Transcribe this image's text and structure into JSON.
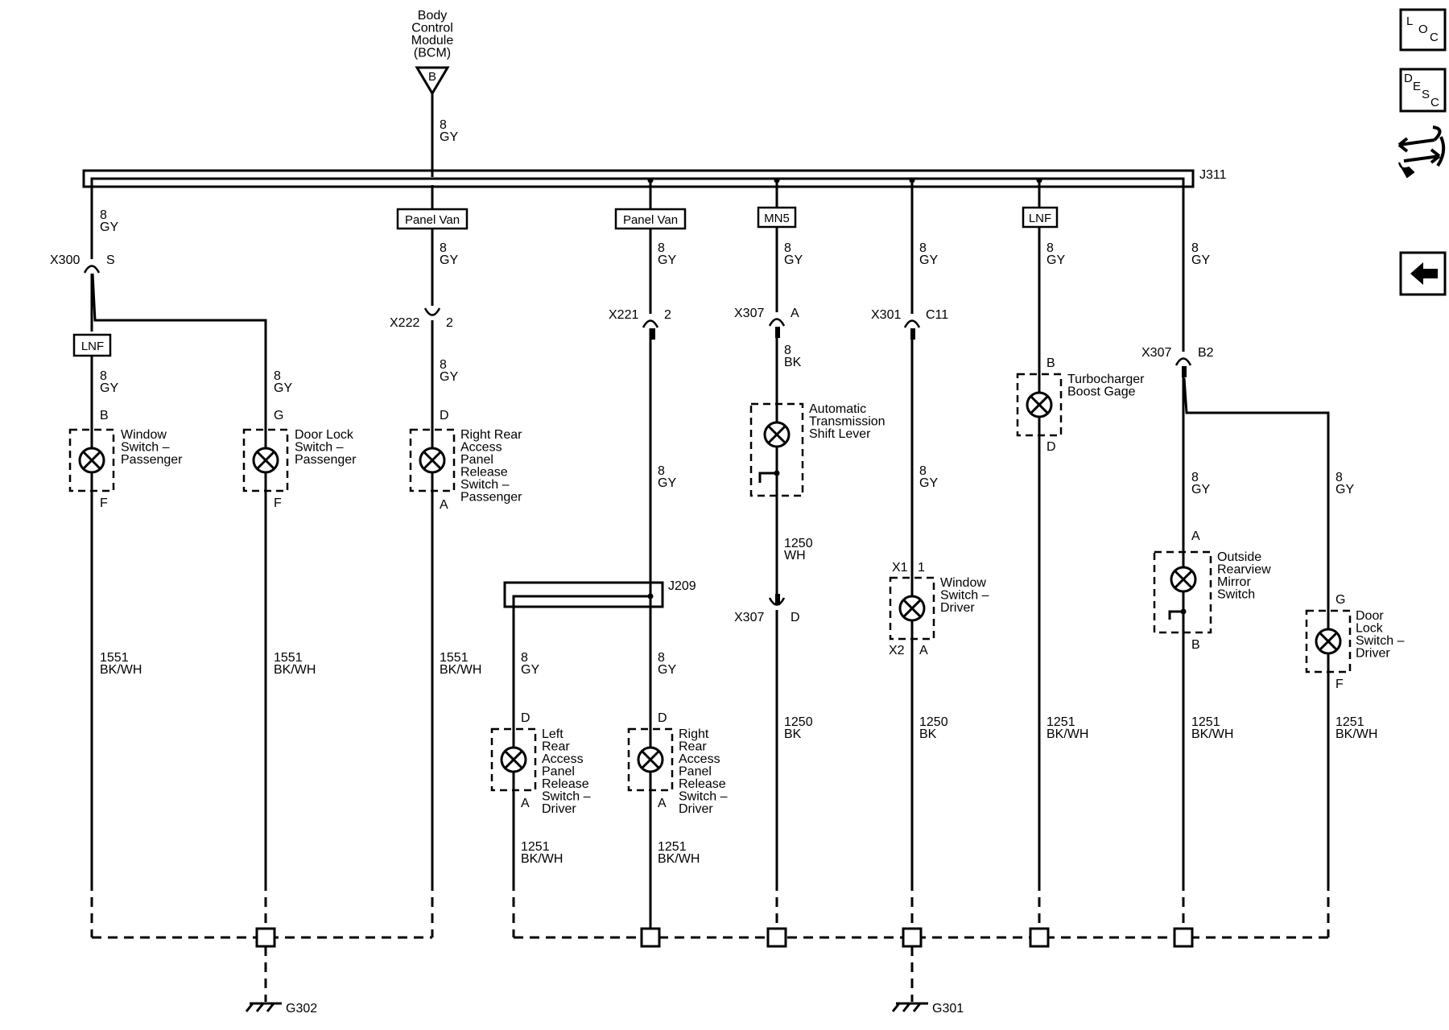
{
  "source": {
    "lines": [
      "Body",
      "Control",
      "Module",
      "(BCM)"
    ],
    "pin": "B"
  },
  "source_wire": [
    "8",
    "GY"
  ],
  "splice_top": "J311",
  "splice_mid": "J209",
  "grounds": [
    "G302",
    "G301"
  ],
  "nav": {
    "location_label": [
      "L",
      "O",
      "C"
    ],
    "description_label": [
      "D",
      "E",
      "S",
      "C"
    ],
    "connector_icon": "connector-icon",
    "back_icon": "back-arrow-icon"
  },
  "texts": {
    "w_s1": [
      "8",
      "GY"
    ],
    "x300": "X300",
    "x300_pin": "S",
    "opt_lnf1": "LNF",
    "w_c1a": [
      "8",
      "GY"
    ],
    "c1_pin_top": "B",
    "c1_name": [
      "Window",
      "Switch –",
      "Passenger"
    ],
    "c1_pin_bot": "F",
    "w_c1g": [
      "1551",
      "BK/WH"
    ],
    "w_c2a": [
      "8",
      "GY"
    ],
    "c2_pin_top": "G",
    "c2_name": [
      "Door Lock",
      "Switch –",
      "Passenger"
    ],
    "c2_pin_bot": "F",
    "w_c2g": [
      "1551",
      "BK/WH"
    ],
    "opt_pv1": "Panel Van",
    "w_c3a": [
      "8",
      "GY"
    ],
    "x222": "X222",
    "x222_pin": "2",
    "w_c3b": [
      "8",
      "GY"
    ],
    "c3_pin_top": "D",
    "c3_name": [
      "Right Rear",
      "Access",
      "Panel",
      "Release",
      "Switch –",
      "Passenger"
    ],
    "c3_pin_bot": "A",
    "w_c3g": [
      "1551",
      "BK/WH"
    ],
    "opt_pv2": "Panel Van",
    "w_c5a": [
      "8",
      "GY"
    ],
    "x221": "X221",
    "x221_pin": "2",
    "w_c5b": [
      "8",
      "GY"
    ],
    "w_c4a": [
      "8",
      "GY"
    ],
    "w_c5c": [
      "8",
      "GY"
    ],
    "c4_pin_top": "D",
    "c4_name": [
      "Left",
      "Rear",
      "Access",
      "Panel",
      "Release",
      "Switch –",
      "Driver"
    ],
    "c4_pin_bot": "A",
    "w_c4g": [
      "1251",
      "BK/WH"
    ],
    "c5_pin_top": "D",
    "c5_name": [
      "Right",
      "Rear",
      "Access",
      "Panel",
      "Release",
      "Switch –",
      "Driver"
    ],
    "c5_pin_bot": "A",
    "w_c5g": [
      "1251",
      "BK/WH"
    ],
    "opt_mn5": "MN5",
    "w_c6a": [
      "8",
      "GY"
    ],
    "x307a": "X307",
    "x307a_pin": "A",
    "w_c6b": [
      "8",
      "BK"
    ],
    "c6_name": [
      "Automatic",
      "Transmission",
      "Shift Lever"
    ],
    "w_c6c": [
      "1250",
      "WH"
    ],
    "x307d": "X307",
    "x307d_pin": "D",
    "w_c6g": [
      "1250",
      "BK"
    ],
    "w_c7a": [
      "8",
      "GY"
    ],
    "x301": "X301",
    "x301_pin": "C11",
    "w_c7b": [
      "8",
      "GY"
    ],
    "c7_pin_top_conn": "X1",
    "c7_pin_top": "1",
    "c7_name": [
      "Window",
      "Switch –",
      "Driver"
    ],
    "c7_pin_bot_conn": "X2",
    "c7_pin_bot": "A",
    "w_c7g": [
      "1250",
      "BK"
    ],
    "opt_lnf2": "LNF",
    "w_c8a": [
      "8",
      "GY"
    ],
    "c8_pin_top": "B",
    "c8_name": [
      "Turbocharger",
      "Boost Gage"
    ],
    "c8_pin_bot": "D",
    "w_c8g": [
      "1251",
      "BK/WH"
    ],
    "w_c9a": [
      "8",
      "GY"
    ],
    "x307b": "X307",
    "x307b_pin": "B2",
    "w_c9b": [
      "8",
      "GY"
    ],
    "c9_pin_top": "A",
    "c9_name": [
      "Outside",
      "Rearview",
      "Mirror",
      "Switch"
    ],
    "c9_pin_bot": "B",
    "w_c9g": [
      "1251",
      "BK/WH"
    ],
    "w_c10a": [
      "8",
      "GY"
    ],
    "c10_pin_top": "G",
    "c10_name": [
      "Door",
      "Lock",
      "Switch –",
      "Driver"
    ],
    "c10_pin_bot": "F",
    "w_c10g": [
      "1251",
      "BK/WH"
    ]
  }
}
